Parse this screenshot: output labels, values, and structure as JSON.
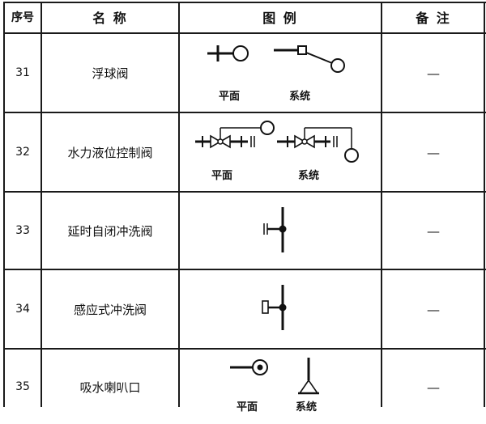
{
  "header": {
    "col_no": "序号",
    "col_name": "名  称",
    "col_legend": "图  例",
    "col_note": "备  注"
  },
  "rows": [
    {
      "no": "31",
      "name": "浮球阀",
      "captions": [
        "平面",
        "系统"
      ],
      "note": "—"
    },
    {
      "no": "32",
      "name": "水力液位控制阀",
      "captions": [
        "平面",
        "系统"
      ],
      "note": "—"
    },
    {
      "no": "33",
      "name": "延时自闭冲洗阀",
      "captions": [],
      "note": "—"
    },
    {
      "no": "34",
      "name": "感应式冲洗阀",
      "captions": [],
      "note": "—"
    },
    {
      "no": "35",
      "name": "吸水喇叭口",
      "captions": [
        "平面",
        "系统"
      ],
      "note": "—"
    }
  ]
}
